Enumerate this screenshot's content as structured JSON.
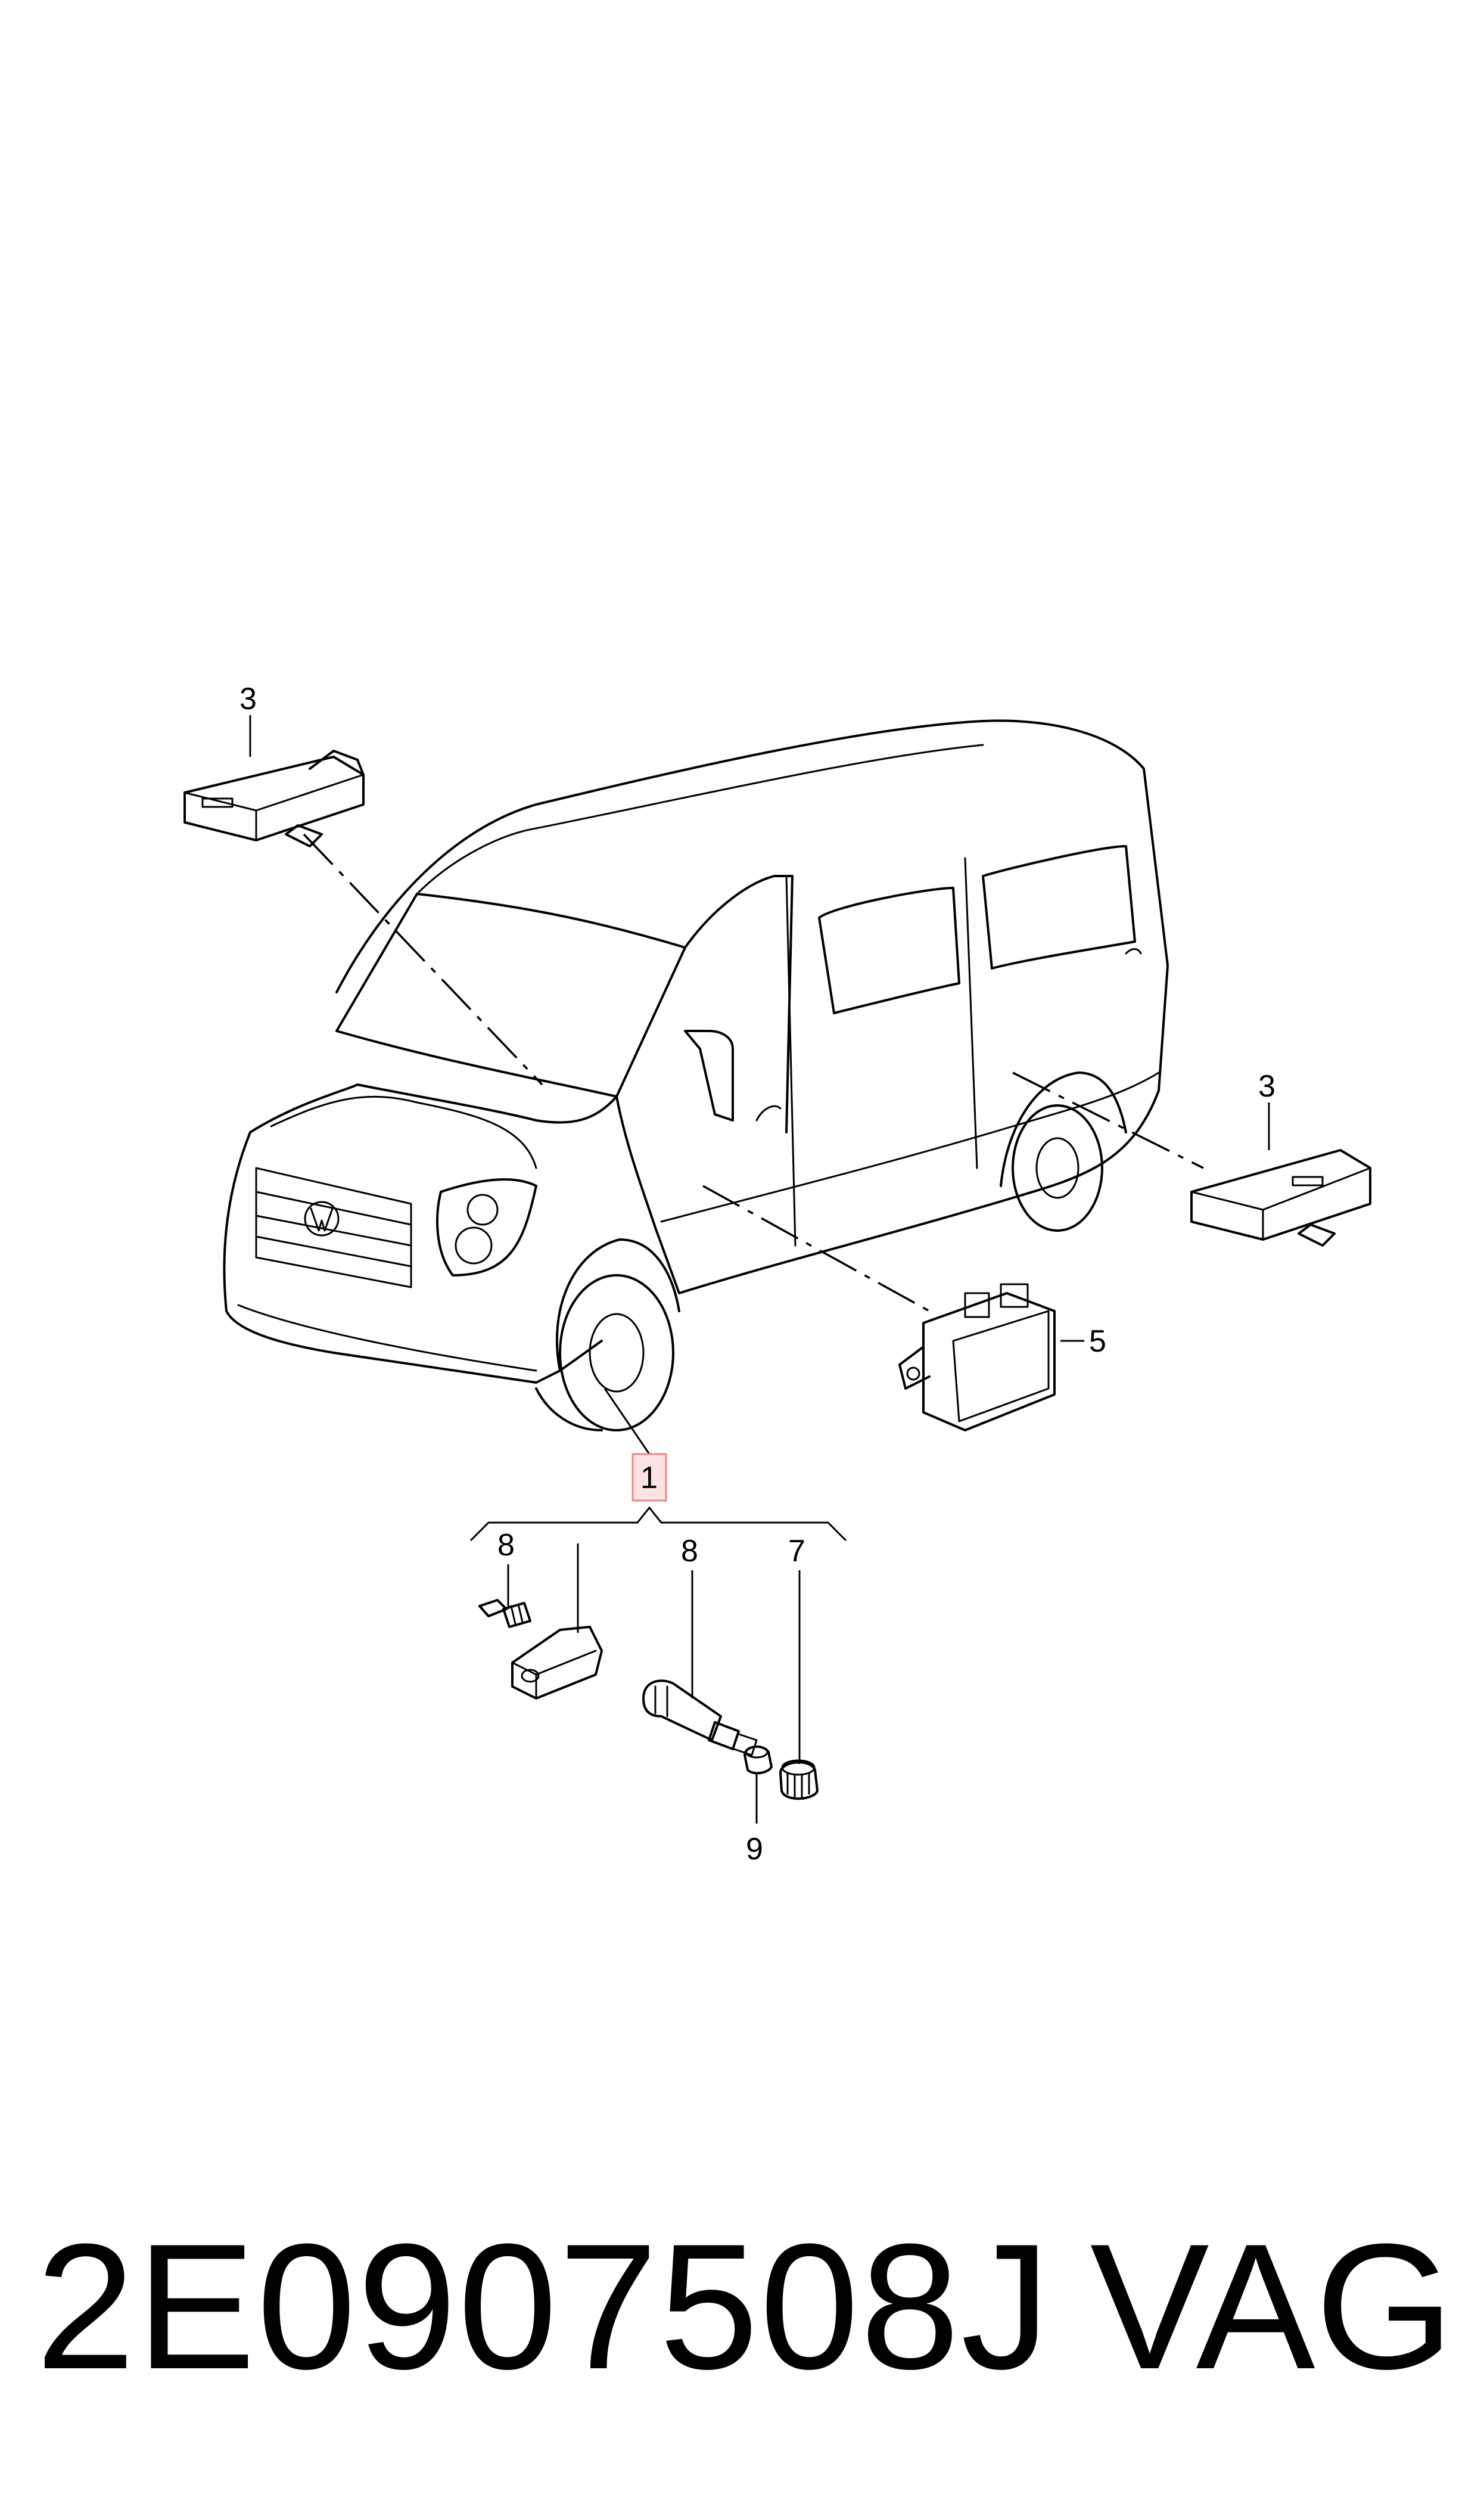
{
  "callouts": {
    "c3_top": "3",
    "c3_right": "3",
    "c5": "5",
    "c1": "1",
    "c8_left": "8",
    "c8_mid": "8",
    "c7": "7",
    "c9": "9"
  },
  "footer": {
    "part_number": "2E0907508J",
    "brand": "VAG"
  },
  "colors": {
    "line": "#000000",
    "highlight_fill": "#fde2e2",
    "highlight_border": "#e88a8a"
  }
}
